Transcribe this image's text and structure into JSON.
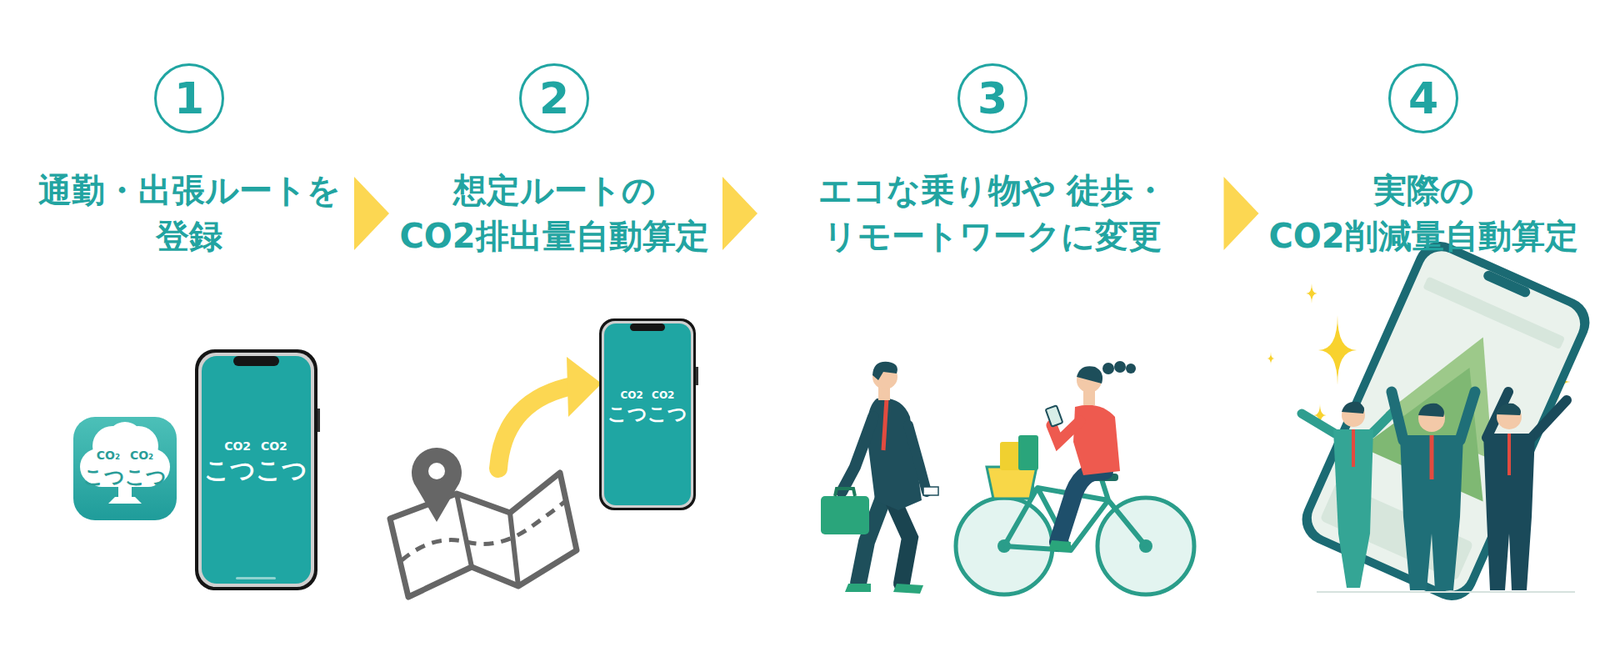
{
  "diagram": {
    "nodes": [
      {
        "text": [
          "1",
          "通勤・出張ルートを 登録"
        ]
      },
      {
        "text": [
          "2",
          "想定ルートの CO2排出量自動算定"
        ]
      },
      {
        "text": [
          "3",
          "エコな乗り物や 徒歩・リモートワークに変更"
        ]
      },
      {
        "text": [
          "4",
          "実際の CO2削減量自動算定"
        ]
      }
    ],
    "edges": [
      {
        "from": 0,
        "to": 1,
        "arrow": "to"
      },
      {
        "from": 1,
        "to": 2,
        "arrow": "to"
      },
      {
        "from": 2,
        "to": 3,
        "arrow": "to"
      }
    ],
    "labels": [
      "CO₂ CO₂",
      "こつこつ",
      "CO2 CO2",
      "こつこつ",
      "CO2 CO2",
      "こつこつ"
    ]
  }
}
